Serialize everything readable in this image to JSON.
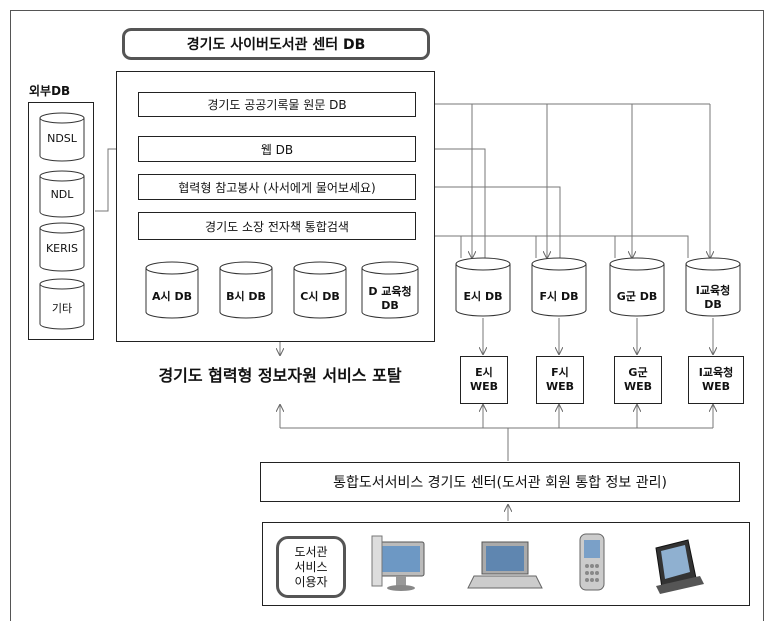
{
  "title": "경기도 사이버도서관 센터 DB",
  "external_db": {
    "label": "외부DB",
    "items": [
      "NDSL",
      "NDL",
      "KERIS",
      "기타"
    ]
  },
  "cyber_center": {
    "rows": [
      "경기도 공공기록물 원문 DB",
      "웹 DB",
      "협력형 참고봉사 (사서에게 물어보세요)",
      "경기도 소장 전자책 통합검색"
    ],
    "local_dbs": [
      {
        "line1": "A시 DB",
        "line2": ""
      },
      {
        "line1": "B시 DB",
        "line2": ""
      },
      {
        "line1": "C시 DB",
        "line2": ""
      },
      {
        "line1": "D 교육청",
        "line2": "DB"
      }
    ]
  },
  "portal_title": "경기도 협력형 정보자원 서비스 포탈",
  "regional_dbs": [
    {
      "line1": "E시 DB",
      "line2": ""
    },
    {
      "line1": "F시 DB",
      "line2": ""
    },
    {
      "line1": "G군 DB",
      "line2": ""
    },
    {
      "line1": "I교육청",
      "line2": "DB"
    }
  ],
  "regional_webs": [
    {
      "line1": "E시",
      "line2": "WEB"
    },
    {
      "line1": "F시",
      "line2": "WEB"
    },
    {
      "line1": "G군",
      "line2": "WEB"
    },
    {
      "line1": "I교육청",
      "line2": "WEB"
    }
  ],
  "central_service": "통합도서서비스 경기도 센터(도서관 회원 통합 정보 관리)",
  "users": {
    "label_lines": [
      "도서관",
      "서비스",
      "이용자"
    ],
    "devices": [
      "desktop-computer",
      "laptop",
      "mobile-phone",
      "pda"
    ]
  }
}
